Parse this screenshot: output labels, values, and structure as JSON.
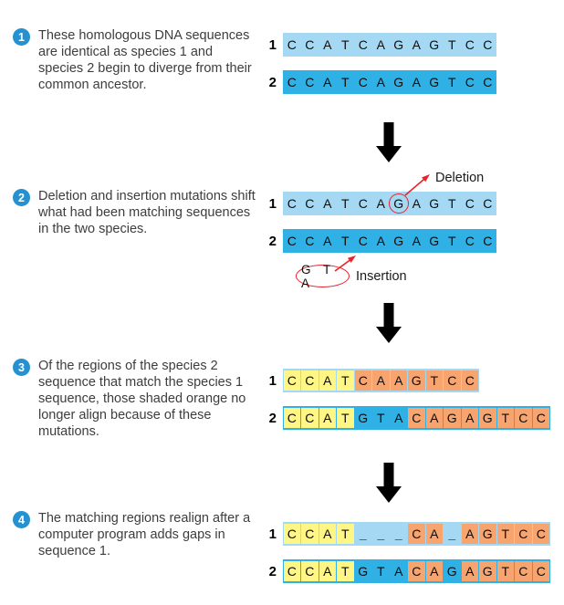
{
  "figure": {
    "steps": [
      {
        "number": "1",
        "text": "These homologous DNA sequences are identical as species 1 and species 2 begin to diverge from their common ancestor."
      },
      {
        "number": "2",
        "text": "Deletion and insertion mutations shift what had been matching sequences in the two species."
      },
      {
        "number": "3",
        "text": "Of the regions of the species 2 sequence that match the species 1 sequence, those shaded orange no longer align because of these mutations."
      },
      {
        "number": "4",
        "text": "The matching regions realign after a computer program adds gaps in sequence 1."
      }
    ],
    "annotations": {
      "deletion_label": "Deletion",
      "insertion_label": "Insertion",
      "insertion_bases": "G T A"
    },
    "sequences": [
      {
        "label": "1",
        "bar": "light",
        "letters": "CCATCAGAGTCC",
        "marks": "............"
      },
      {
        "label": "2",
        "bar": "dark",
        "letters": "CCATCAGAGTCC",
        "marks": "............"
      },
      {
        "label": "1",
        "bar": "light",
        "letters": "CCATCAGAGTCC",
        "marks": "......r....."
      },
      {
        "label": "2",
        "bar": "dark",
        "letters": "CCATCAGAGTCC",
        "marks": "............"
      },
      {
        "label": "1",
        "bar": "light",
        "letters": "CCATCAAGTCC",
        "marks": "yyyyooooooo"
      },
      {
        "label": "2",
        "bar": "dark",
        "letters": "CCATGTACAGAGTCC",
        "marks": "yyyy...oooooooo"
      },
      {
        "label": "1",
        "bar": "light",
        "letters": "CCAT___CA_AGTCC",
        "marks": "yyyy...oo.ooooo"
      },
      {
        "label": "2",
        "bar": "dark",
        "letters": "CCATGTACAGAGTCC",
        "marks": "yyyy...oo.ooooo"
      }
    ],
    "colors": {
      "bar-light": "#a5d9f3",
      "bar-dark": "#2fb1e5",
      "hl-yellow": "#fff685",
      "hl-orange": "#f7a46e",
      "red": "#e8232a",
      "step-circle": "#2591d0",
      "arrow-black": "#000000",
      "text": "#3d3d3d"
    }
  }
}
